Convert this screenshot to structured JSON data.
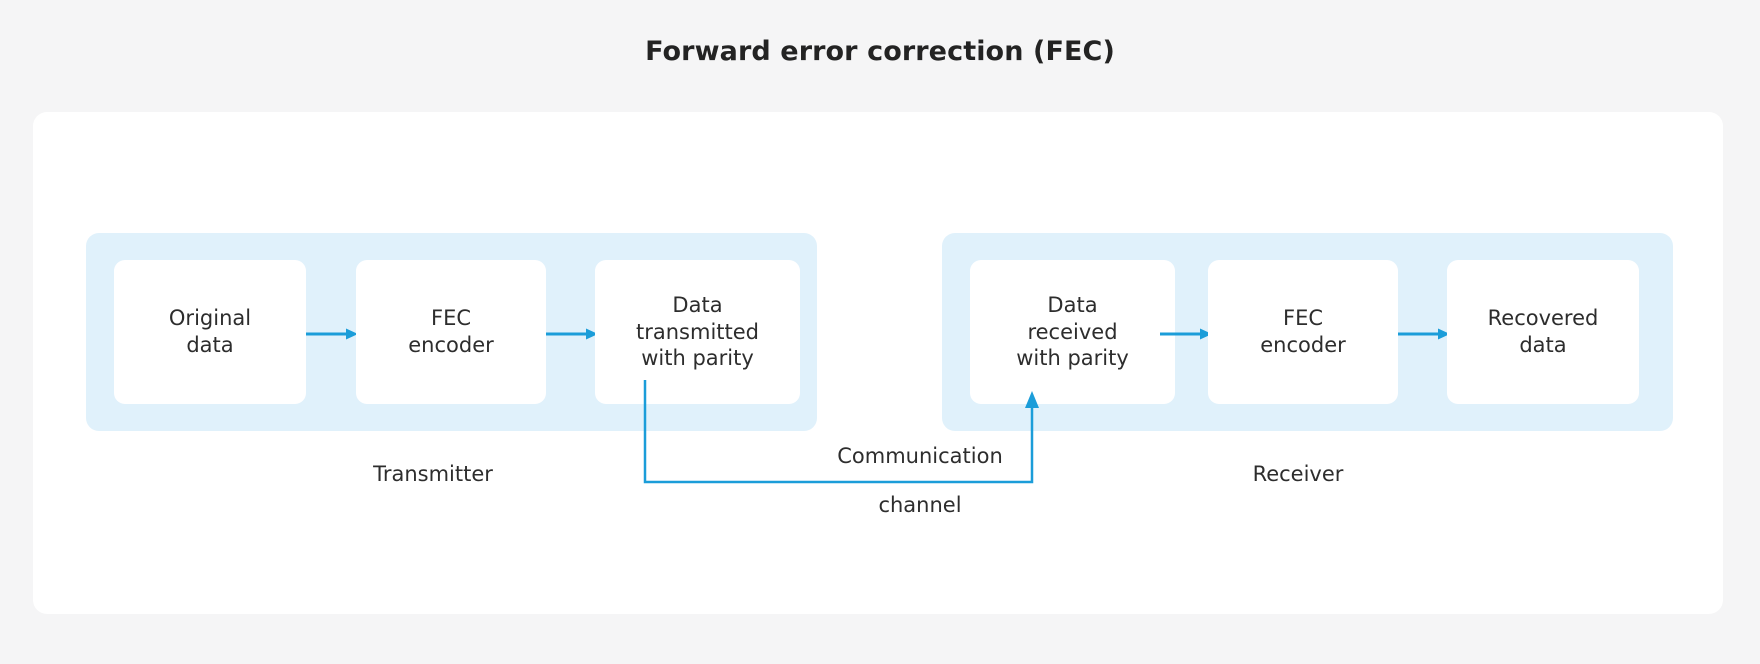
{
  "page": {
    "title": "Forward error correction (FEC)",
    "background_color": "#f5f5f6",
    "card_color": "#ffffff"
  },
  "theme": {
    "panel_color": "#e0f1fb",
    "node_color": "#ffffff",
    "accent_color": "#1b9dd9",
    "text_color": "#2d2d2d",
    "title_color": "#232323"
  },
  "diagram": {
    "groups": [
      {
        "id": "transmitter",
        "caption": "Transmitter",
        "nodes": [
          {
            "id": "original-data",
            "label": "Original\ndata"
          },
          {
            "id": "fec-encoder-tx",
            "label": "FEC\nencoder"
          },
          {
            "id": "data-transmitted-with-parity",
            "label": "Data\ntransmitted\nwith parity"
          }
        ]
      },
      {
        "id": "receiver",
        "caption": "Receiver",
        "nodes": [
          {
            "id": "data-received-with-parity",
            "label": "Data\nreceived\nwith parity"
          },
          {
            "id": "fec-encoder-rx",
            "label": "FEC\nencoder"
          },
          {
            "id": "recovered-data",
            "label": "Recovered\ndata"
          }
        ]
      }
    ],
    "channel": {
      "caption_line_1": "Communication",
      "caption_line_2": "channel",
      "from_node": "data-transmitted-with-parity",
      "to_node": "data-received-with-parity",
      "direction": "left-to-right"
    },
    "arrows": [
      {
        "id": "arrow-original-to-encoder",
        "from": "original-data",
        "to": "fec-encoder-tx"
      },
      {
        "id": "arrow-encoder-to-transmitted",
        "from": "fec-encoder-tx",
        "to": "data-transmitted-with-parity"
      },
      {
        "id": "arrow-received-to-encoder",
        "from": "data-received-with-parity",
        "to": "fec-encoder-rx"
      },
      {
        "id": "arrow-encoder-to-recovered",
        "from": "fec-encoder-rx",
        "to": "recovered-data"
      }
    ]
  }
}
